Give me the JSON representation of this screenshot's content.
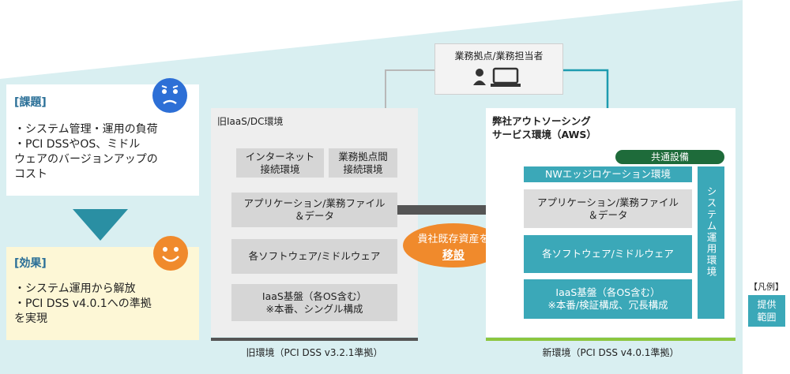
{
  "issue": {
    "title": "[課題]",
    "text": "・システム管理・運用の負荷\n・PCI DSSやOS、ミドル\nウェアのバージョンアップの\nコスト"
  },
  "effect": {
    "title": "[効果]",
    "text": "・システム運用から解放\n・PCI DSS v4.0.1への準拠\nを実現"
  },
  "site": {
    "label": "業務拠点/業務担当者"
  },
  "old_env": {
    "title": "旧IaaS/DC環境",
    "internet": "インターネット\n接続環境",
    "branch": "業務拠点間\n接続環境",
    "app": "アプリケーション/業務ファイル\n＆データ",
    "software": "各ソフトウェア/ミドルウェア",
    "iaas": "IaaS基盤（各OS含む）\n※本番、シングル構成",
    "footer": "旧環境（PCI DSS v3.2.1準拠）"
  },
  "migration": {
    "line1": "貴社既存資産を",
    "line2": "移設"
  },
  "new_env": {
    "title": "弊社アウトソーシング\nサービス環境（AWS）",
    "common": "共通設備",
    "nw": "NWエッジロケーション環境",
    "app": "アプリケーション/業務ファイル\n＆データ",
    "software": "各ソフトウェア/ミドルウェア",
    "iaas": "IaaS基盤（各OS含む）\n※本番/検証構成、冗長構成",
    "ops": "システム運用環境",
    "footer": "新環境（PCI DSS v4.0.1準拠）"
  },
  "legend": {
    "title": "【凡例】",
    "item": "提供\n範囲"
  },
  "colors": {
    "teal": "#3ba8b8",
    "dark_green": "#1e6b3a",
    "orange": "#f08a2c",
    "face_blue": "#2d6fd6",
    "light_bg": "#d8eef0"
  }
}
